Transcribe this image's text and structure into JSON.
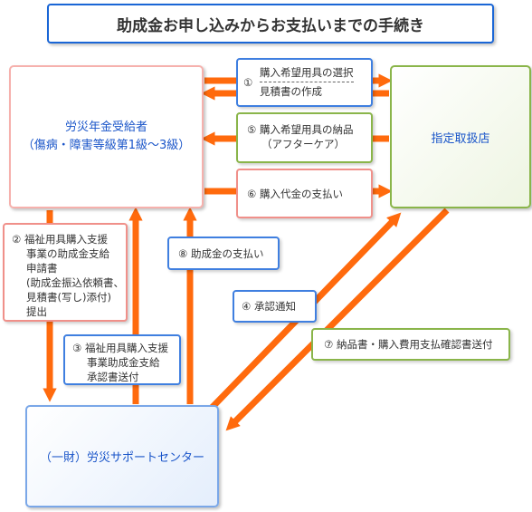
{
  "title": "助成金お申し込みからお支払いまでの手続き",
  "nodes": {
    "recipient": {
      "line1": "労災年金受給者",
      "line2": "（傷病・障害等級第1級～3級）"
    },
    "store": {
      "label": "指定取扱店"
    },
    "center": {
      "label": "（一財）労災サポートセンター"
    }
  },
  "steps": {
    "s1": {
      "num": "①",
      "line1": "購入希望用具の選択",
      "line2": "見積書の作成"
    },
    "s5": {
      "line1": "⑤ 購入希望用具の納品",
      "line2": "（アフターケア）"
    },
    "s6": {
      "label": "⑥ 購入代金の支払い"
    },
    "s2": {
      "line1": "② 福祉用具購入支援",
      "line2": "事業の助成金支給",
      "line3": "申請書",
      "line4": "(助成金振込依頼書、",
      "line5": "見積書(写し)添付)",
      "line6": "提出"
    },
    "s3": {
      "line1": "③ 福祉用具購入支援",
      "line2": "事業助成金支給",
      "line3": "承認書送付"
    },
    "s8": {
      "label": "⑧ 助成金の支払い"
    },
    "s4": {
      "label": "④ 承認通知"
    },
    "s7": {
      "label": "⑦ 納品書・購入費用支払確認書送付"
    }
  },
  "colors": {
    "arrow": "#ff6a0d",
    "title_border": "#1a66d6",
    "recipient_border": "#f6b1ad",
    "store_border": "#8ab54a",
    "center_border": "#7aa7e8",
    "node_text": "#1a55c9"
  }
}
